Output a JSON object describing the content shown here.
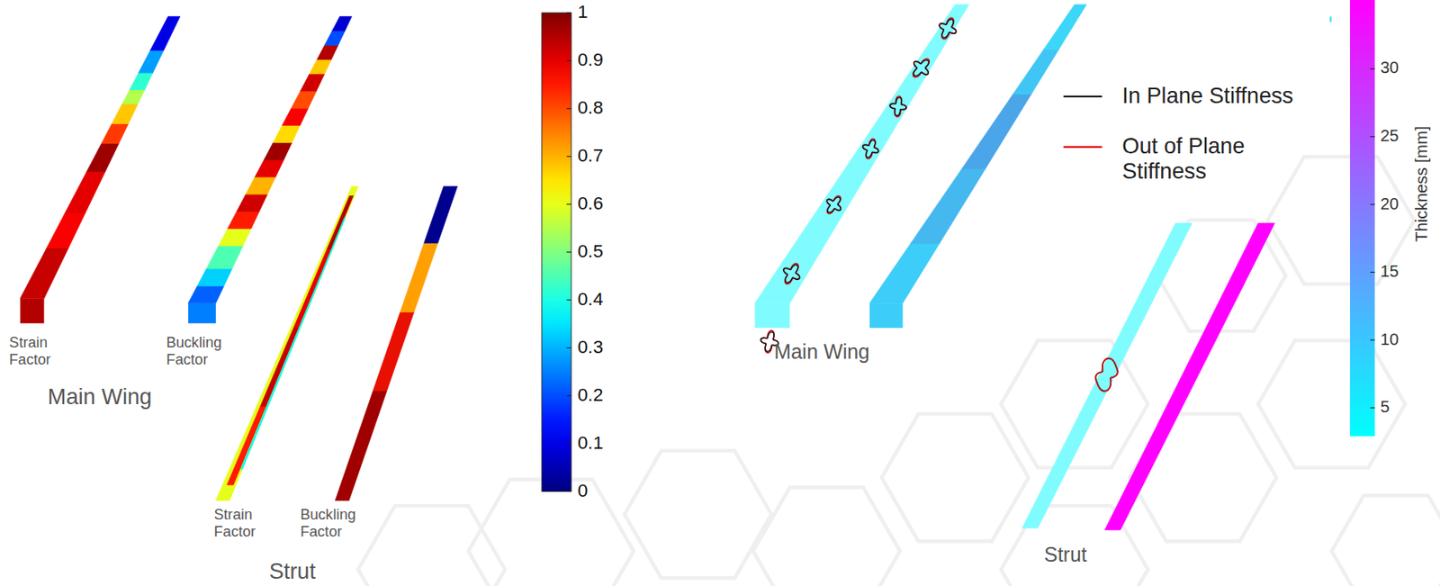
{
  "diagram": {
    "labels": [
      "Strain Factor",
      "Buckling Factor",
      "Main Wing",
      "Strain Factor",
      "Buckling Factor",
      "Strut",
      "1",
      "0.9",
      "0.8",
      "0.7",
      "0.6",
      "0.5",
      "0.4",
      "0.3",
      "0.2",
      "0.1",
      "0",
      "Main Wing",
      "Strut",
      "30",
      "25",
      "20",
      "15",
      "10",
      "5",
      "Thickness [mm]"
    ],
    "legend": [
      {
        "text": "In Plane Stiffness"
      },
      {
        "text": "Out of Plane Stiffness"
      }
    ]
  }
}
